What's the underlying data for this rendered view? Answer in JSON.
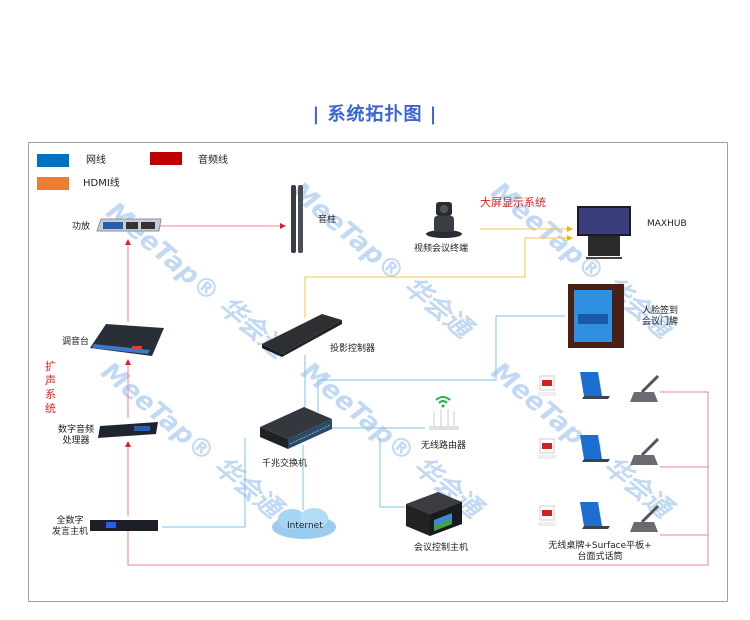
{
  "title": "| 系统拓扑图 |",
  "legend": [
    {
      "label": "网线",
      "color": "#0070c0"
    },
    {
      "label": "音频线",
      "color": "#c00000"
    },
    {
      "label": "HDMI线",
      "color": "#ed7d31"
    }
  ],
  "colors": {
    "network": "#7ec3e8",
    "audio": "#f08090",
    "audio_arrow": "#e02020",
    "hdmi": "#f5c542",
    "accent": "#3a64d8"
  },
  "devices": {
    "amplifier": "功放",
    "speaker_column": "音柱",
    "mixer": "调音台",
    "dsp": "数字音频\n处理器",
    "dsp_line1": "数字音频",
    "dsp_line2": "处理器",
    "conference_host_line1": "全数字",
    "conference_host_line2": "发言主机",
    "video_terminal": "视频会议终端",
    "maxhub": "MAXHUB",
    "projector_controller": "投影控制器",
    "face_signin_line1": "人脸签到",
    "face_signin_line2": "会议门牌",
    "switch": "千兆交换机",
    "wireless_router": "无线路由器",
    "internet": "Internet",
    "control_host": "会议控制主机",
    "endpoints_line1": "无线桌牌+Surface平板+",
    "endpoints_line2": "台面式话筒"
  },
  "systems": {
    "large_screen": "大屏显示系统",
    "pa_system_chars": [
      "扩",
      "声",
      "系",
      "统"
    ]
  },
  "watermark": "MeeTap® 华会通"
}
